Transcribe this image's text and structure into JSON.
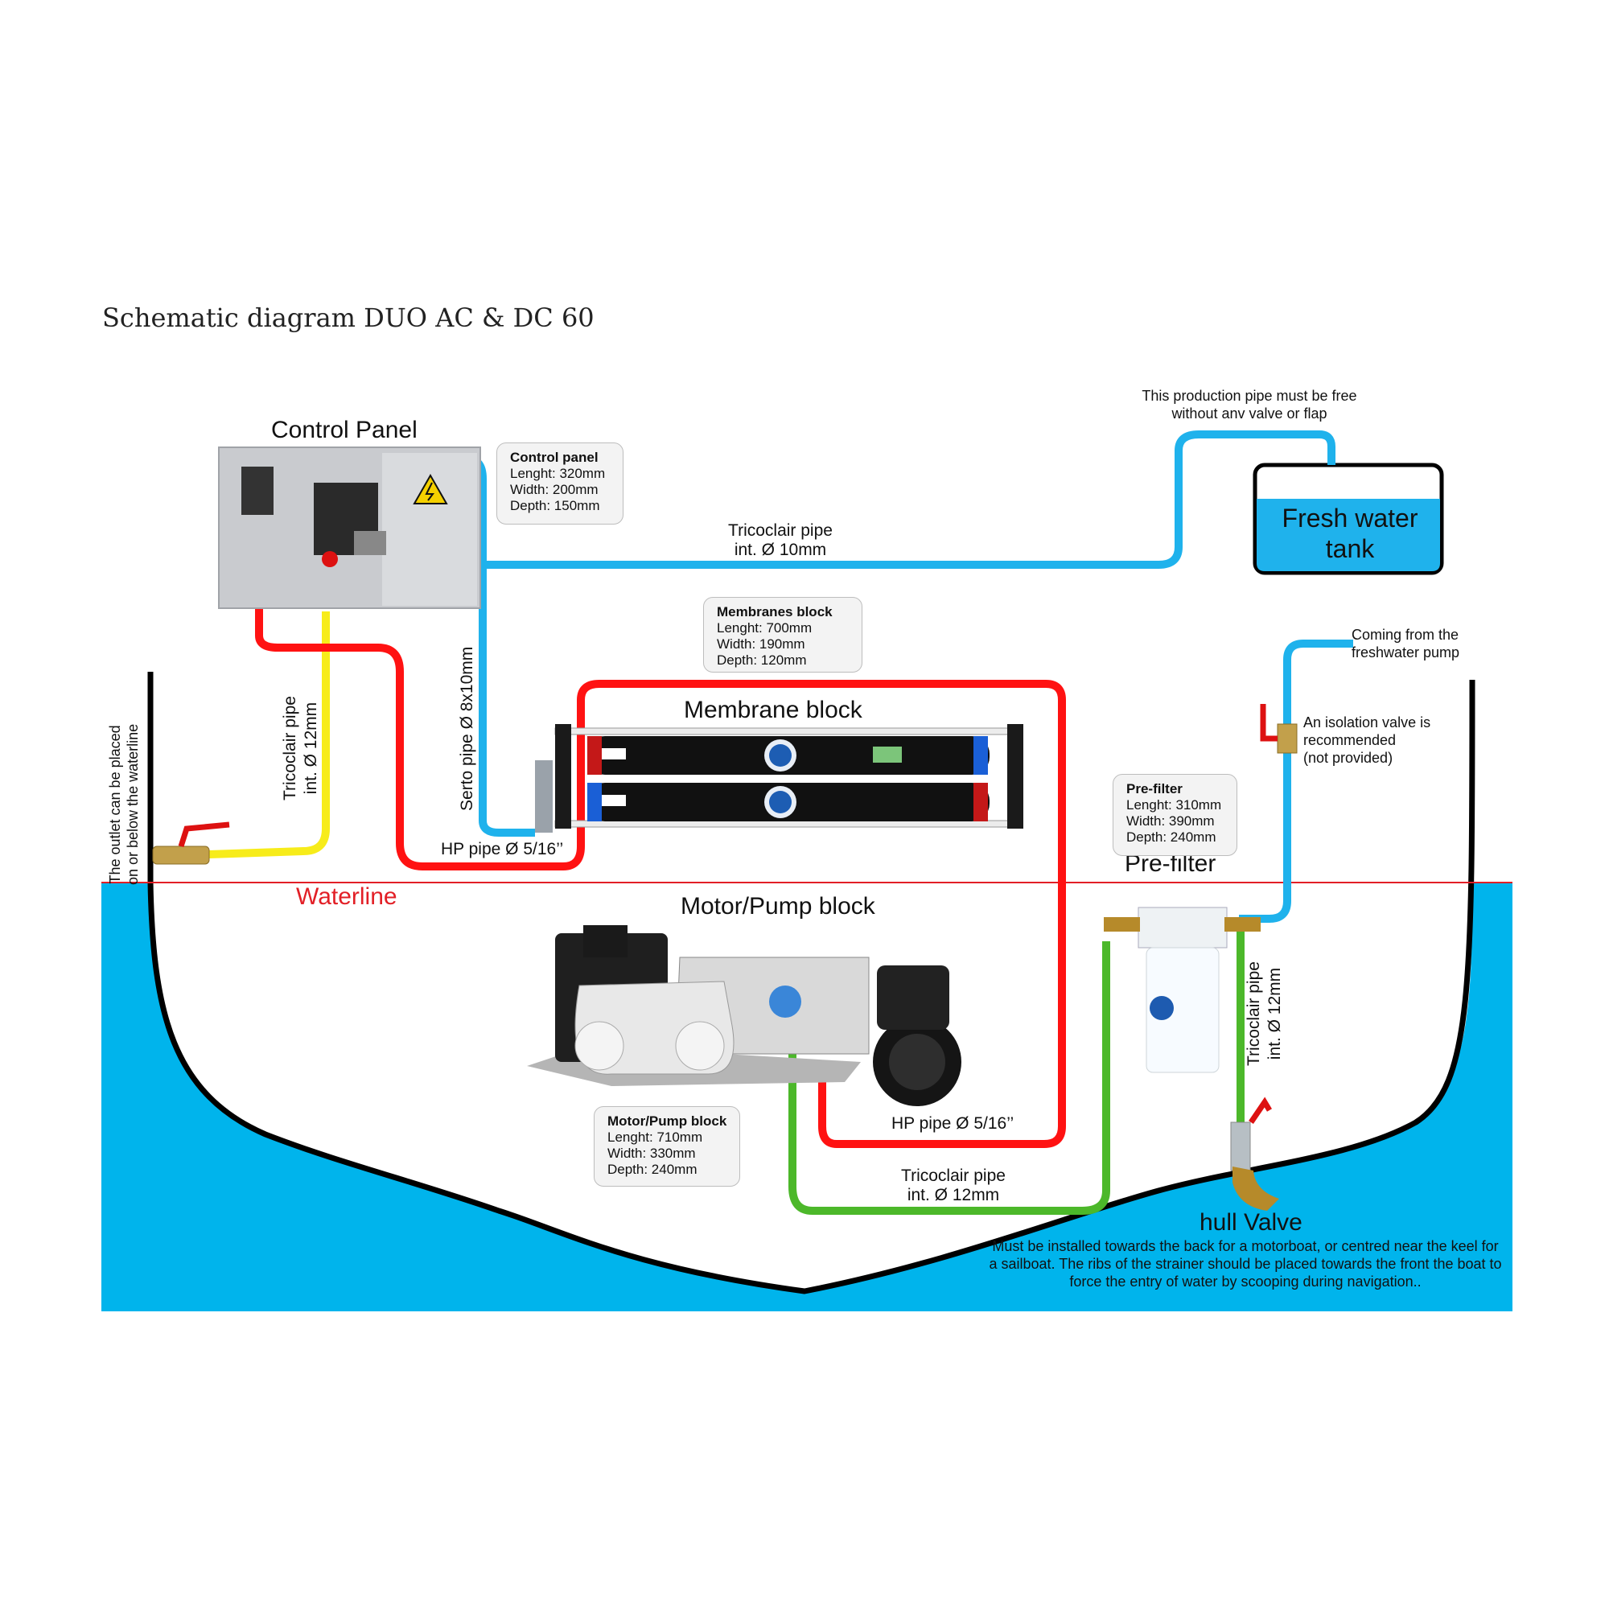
{
  "title": "Schematic diagram DUO AC & DC 60",
  "colors": {
    "water": "#00b4ec",
    "fresh_pipe": "#1fb2ec",
    "hp_pipe": "#ff1212",
    "intake_pipe": "#4cb82a",
    "outlet_pipe": "#f7ec1a",
    "waterline": "#e21f26",
    "hull": "#000000"
  },
  "labels": {
    "control_panel": "Control Panel",
    "membrane_block": "Membrane block",
    "motor_pump_block": "Motor/Pump block",
    "pre_filter": "Pre-filter",
    "waterline": "Waterline",
    "fresh_water_tank_line1": "Fresh water",
    "fresh_water_tank_line2": "tank",
    "hull_valve": "hull Valve",
    "hull_valve_note": "Must be installed towards the back for a motorboat, or centred near the keel for a sailboat. The ribs of the strainer should be placed towards the front the boat to force the entry of water by scooping during navigation..",
    "production_note_line1": "This production pipe must be free",
    "production_note_line2": "without anv valve or flap",
    "freshwater_pump_line1": "Coming from the",
    "freshwater_pump_line2": "freshwater pump",
    "isolation_line1": "An isolation valve is",
    "isolation_line2": "recommended",
    "isolation_line3": "(not provided)",
    "outlet_note_line1": "The outlet can be placed",
    "outlet_note_line2": "on or below the waterline"
  },
  "pipes": {
    "tricoclair_10_line1": "Tricoclair pipe",
    "tricoclair_10_line2": "int. Ø 10mm",
    "tricoclair_12_left_line1": "Tricoclair pipe",
    "tricoclair_12_left_line2": "int. Ø 12mm",
    "serto": "Serto pipe Ø 8x10mm",
    "hp_upper": "HP pipe Ø 5/16’’",
    "hp_lower": "HP pipe Ø 5/16’’",
    "tricoclair_12_bottom_line1": "Tricoclair pipe",
    "tricoclair_12_bottom_line2": "int. Ø 12mm",
    "tricoclair_12_right_line1": "Tricoclair pipe",
    "tricoclair_12_right_line2": "int. Ø 12mm"
  },
  "spec_boxes": {
    "control_panel": {
      "title": "Control panel",
      "length": "Lenght: 320mm",
      "width": "Width: 200mm",
      "depth": "Depth: 150mm"
    },
    "membranes": {
      "title": "Membranes block",
      "length": "Lenght: 700mm",
      "width": "Width: 190mm",
      "depth": "Depth: 120mm"
    },
    "pre_filter": {
      "title": "Pre-filter",
      "length": "Lenght: 310mm",
      "width": "Width: 390mm",
      "depth": "Depth: 240mm"
    },
    "motor_pump": {
      "title": "Motor/Pump block",
      "length": "Lenght: 710mm",
      "width": "Width: 330mm",
      "depth": "Depth: 240mm"
    }
  }
}
